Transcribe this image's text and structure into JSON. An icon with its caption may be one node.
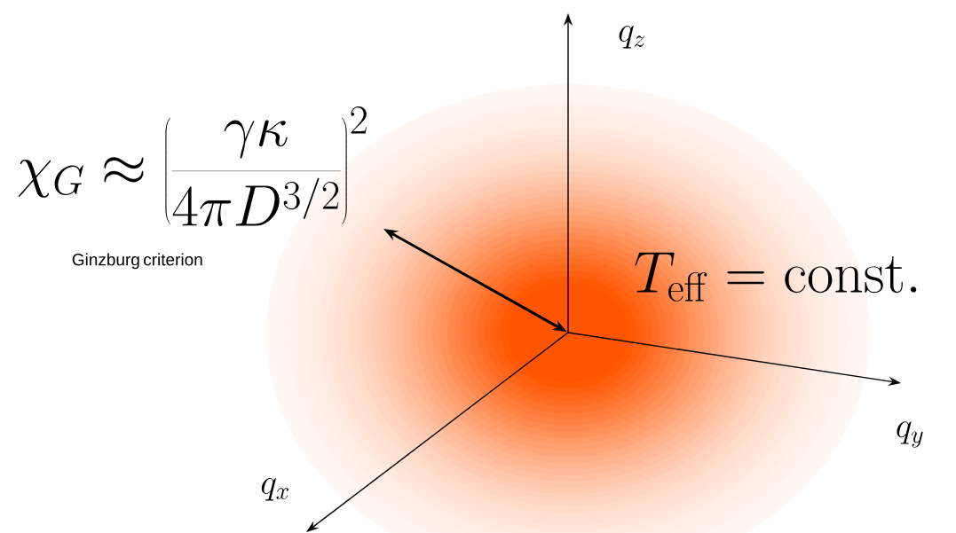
{
  "diagram": {
    "nodes": [
      {
        "text": [],
        "shape": "circle"
      },
      {
        "text": [
          "\\chi_G \\approx \\left(\\frac{\\gamma\\kappa}{4\\pi D^{3/2}}\\right)^2",
          "Ginzburg criterion"
        ]
      }
    ],
    "edges": [
      {
        "from": 0,
        "to": 1,
        "arrow": "both"
      }
    ],
    "labels": [
      "q_z",
      "T_{\\mathrm{eff}} = \\mathrm{const.}",
      "q_y",
      "q_x"
    ]
  }
}
